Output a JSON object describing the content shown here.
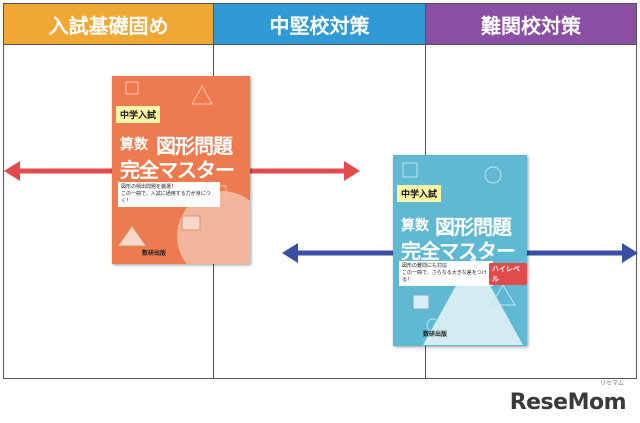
{
  "columns": [
    {
      "label": "入試基礎固め",
      "color": "#f0a733"
    },
    {
      "label": "中堅校対策",
      "color": "#2f9ad6"
    },
    {
      "label": "難関校対策",
      "color": "#8a4ea3"
    }
  ],
  "arrows": {
    "red": "#e24b4b",
    "blue": "#3a4fa3"
  },
  "book_basic": {
    "tag": "中学入試",
    "subject": "算数",
    "title_line1": "図形問題",
    "title_line2": "完全マスター",
    "blurb_line1": "図形の頻出問題を厳選！",
    "blurb_line2": "この一冊で、入試に通用する力が身につく！",
    "publisher": "数研出版",
    "cover_color": "#ee7a50"
  },
  "book_advanced": {
    "tag": "中学入試",
    "subject": "算数",
    "title_line1": "図形問題",
    "title_line2": "完全マスター",
    "level": "ハイレベル",
    "blurb_line1": "図形の難問にも対応",
    "blurb_line2": "この一冊で、さらなる大きな差をつける！",
    "publisher": "数研出版",
    "cover_color": "#5fb9d3"
  },
  "logo": {
    "text": "ReseMom",
    "sub": "リセマム"
  }
}
